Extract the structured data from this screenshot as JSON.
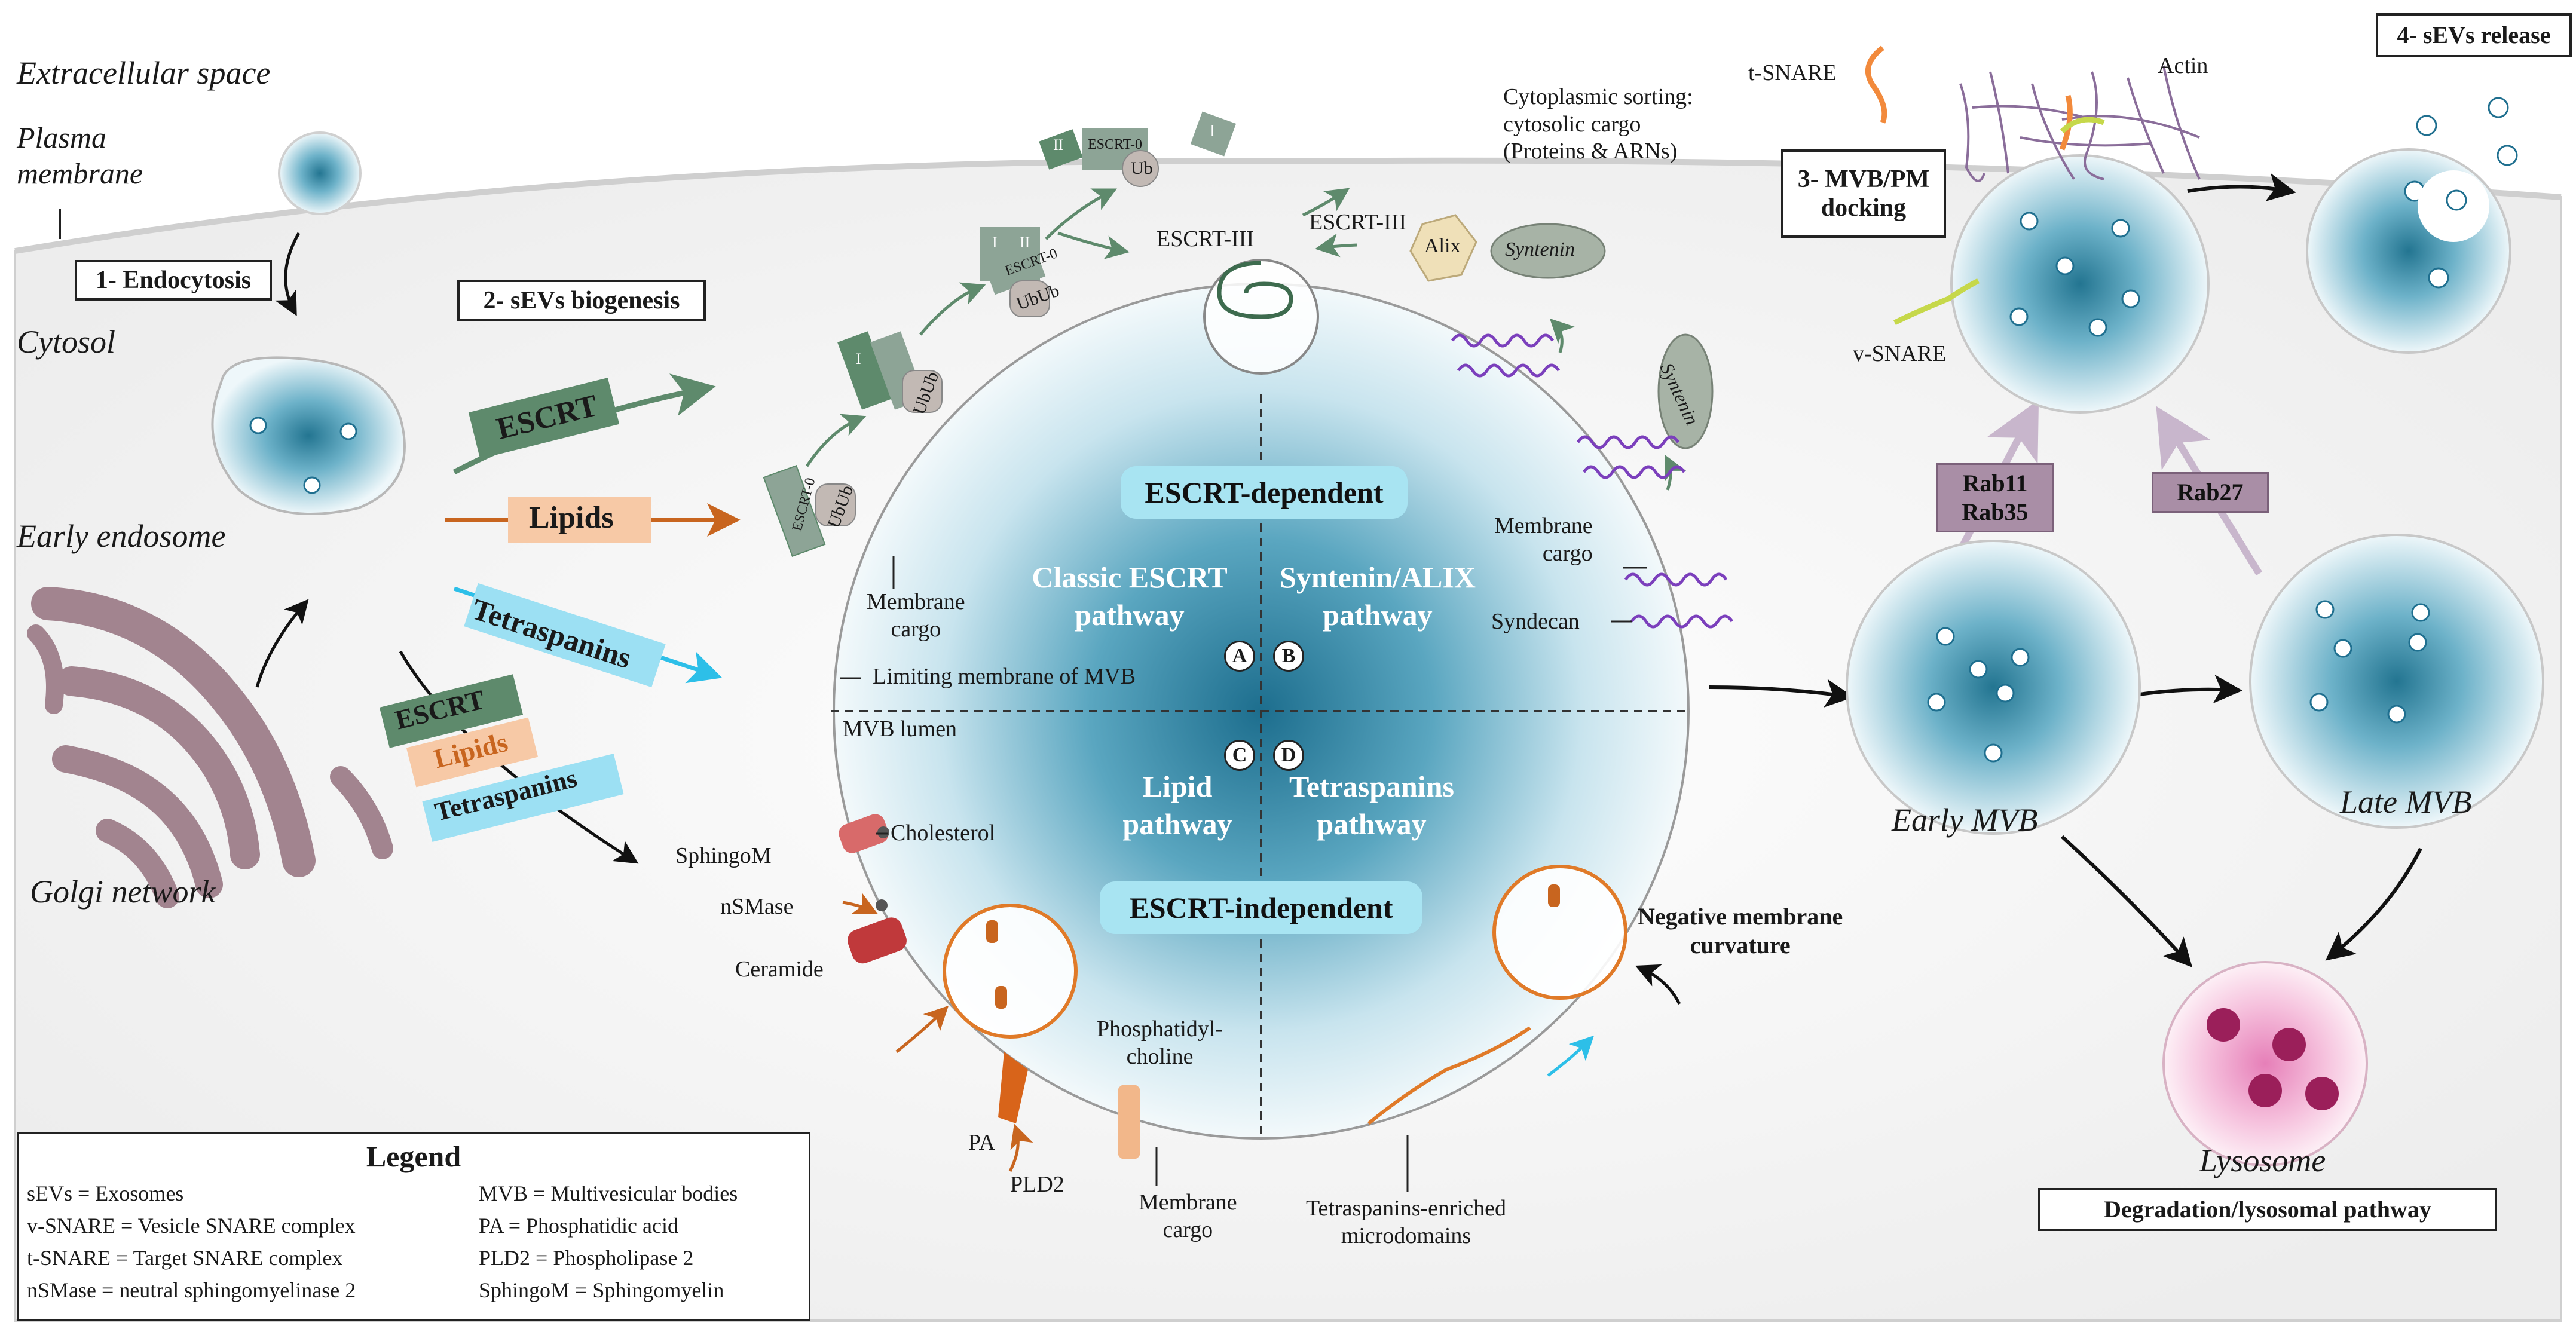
{
  "regions": {
    "extracellular": "Extracellular space",
    "plasma_membrane": "Plasma\nmembrane",
    "cytosol": "Cytosol",
    "early_endosome": "Early endosome",
    "golgi": "Golgi network"
  },
  "steps": {
    "endocytosis": "1- Endocytosis",
    "biogenesis": "2- sEVs biogenesis",
    "docking": "3- MVB/PM\ndocking",
    "release": "4- sEVs release"
  },
  "arrows": {
    "escrt": "ESCRT",
    "lipids": "Lipids",
    "tetraspanins": "Tetraspanins"
  },
  "mvb": {
    "escrt_dependent": "ESCRT-dependent",
    "escrt_independent": "ESCRT-independent",
    "classic": "Classic ESCRT\npathway",
    "syntenin_alix": "Syntenin/ALIX\npathway",
    "lipid": "Lipid\npathway",
    "tetraspanins_pw": "Tetraspanins\npathway",
    "badge_a": "A",
    "badge_b": "B",
    "badge_c": "C",
    "badge_d": "D",
    "limiting_membrane": "Limiting membrane of MVB",
    "lumen": "MVB lumen"
  },
  "labels": {
    "membrane_cargo_1": "Membrane\ncargo",
    "escrt0": "ESCRT-0",
    "ubub": "UbUb",
    "ub": "Ub",
    "roman_1": "I",
    "roman_2": "II",
    "escrt3_a": "ESCRT-III",
    "escrt3_b": "ESCRT-III",
    "alix": "Alix",
    "syntenin": "Syntenin",
    "cytoplasmic_sorting": "Cytoplasmic sorting:\ncytosolic cargo\n(Proteins & ARNs)",
    "membrane_cargo_2": "Membrane\ncargo",
    "syndecan": "Syndecan",
    "sphingom": "SphingoM",
    "cholesterol": "Cholesterol",
    "nsmase": "nSMase",
    "ceramide": "Ceramide",
    "pa": "PA",
    "pld2": "PLD2",
    "phosphatidylcholine": "Phosphatidyl-\ncholine",
    "membrane_cargo_3": "Membrane\ncargo",
    "tetra_domains": "Tetraspanins-enriched\nmicrodomains",
    "neg_curvature": "Negative membrane\ncurvature",
    "t_snare": "t-SNARE",
    "v_snare": "v-SNARE",
    "actin": "Actin",
    "rab11": "Rab11\nRab35",
    "rab27": "Rab27",
    "early_mvb": "Early MVB",
    "late_mvb": "Late MVB",
    "lysosome": "Lysosome",
    "degradation": "Degradation/lysosomal pathway"
  },
  "legend": {
    "title": "Legend",
    "col1": [
      "sEVs = Exosomes",
      "v-SNARE = Vesicle SNARE complex",
      "t-SNARE = Target SNARE complex",
      "nSMase = neutral sphingomyelinase 2"
    ],
    "col2": [
      "MVB = Multivesicular bodies",
      "PA = Phosphatidic acid",
      "PLD2 = Phospholipase 2",
      "SphingoM = Sphingomyelin"
    ]
  },
  "colors": {
    "escrt": "#5e8a6c",
    "lipids": "#f7c9a6",
    "lipids_arrow": "#c8651f",
    "tetraspanins": "#9ce0f3",
    "tetra_arrow": "#2dbfe8",
    "pill": "#a8e4f2",
    "mvb_teal": "#1f6f8f",
    "rab": "#a98ea6",
    "lysosome": "#e8a0c8",
    "golgi": "#a2848f"
  }
}
